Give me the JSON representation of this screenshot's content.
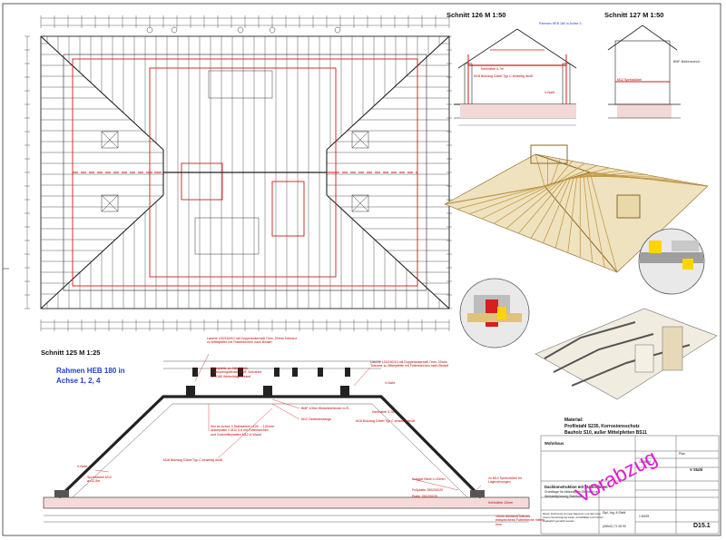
{
  "sections": {
    "s126": "Schnitt 126 M 1:50",
    "s127": "Schnitt 127 M 1:50",
    "s125": "Schnitt 125 M 1:25"
  },
  "frame_note": {
    "line1": "Rahmen HEB 180 in",
    "line2": "Achse 1, 2, 4"
  },
  "s126_notes": {
    "rahmen": "Rahmen HEB 180 in Achse 3",
    "kehlnaht": "Kehlnähte 5,7el",
    "bolzen": "M18 Bolzdog Dübel Typ C einseitig dn48",
    "vnaht": "V-Naht"
  },
  "s127_notes": {
    "bmf": "BMF-Balkenschuh",
    "spreiz": "M12 Spreizdübel"
  },
  "s125_notes": {
    "lasche1": "Lasche 120/150/10 mit Doppelankerhaft 7mm, 20mm Toleranz zu Mittelpfette mit Futterblechen nach Bedarf",
    "lasche2": "Lasche 120/150/10 mit Doppelankerhaft 7mm, 20mm Toleranz zu Mittelpfette mit Futterblechen nach Bedarf",
    "mittelpfette": "Mittelpfette an Mittelpfette-Grabsprenguffeisen BMF Schraube 120/180 Winkelträgerwinkel",
    "bmf_winkel": "BMF 105er Winkelverbinder m.R.",
    "m12_gewinde": "M12 Gewindestange",
    "vnaht": "V-Naht",
    "kehlnaht": "Kehlnähte 5,7el",
    "m16_bolz": "M16 Bolzdog Dübel Typ C einseitig dn48",
    "rost": "Inst an Achse 3 Stahlwinkel L100 ... 100mm Ankerplatte 2 M12 4.6 mit Futterblechen und Gummifilzplatten M12 in Wand",
    "m18_bolz": "M18 Bolzdog Dübel Typ C einseitig dn48",
    "vnaht2": "V-Naht",
    "spreiz": "Spreizdübel M12 ø=12,5m",
    "knagge": "Knagge Blech t=20mm",
    "fuss1": "Fußplatte 250/200/20",
    "fuss2": "Platte 150/200/20",
    "spreiz2": "2x M12 Spreizdübel für Lageziehungen",
    "kehl2": "Kehlnähte 12mm",
    "abstand": "15mm Abstand/Toleranz entsprechend Futterbleche mittels Imm"
  },
  "material": {
    "head": "Material:",
    "l1": "Profilstahl S235, Korrosionsschutz",
    "l2": "Bauholz S10, außer Mittelpfetten BS11"
  },
  "stamp": "Vorabzug",
  "title_block": {
    "row1": "Wohnhaus",
    "plan_label": "Plan",
    "plan_val": "V Stahl",
    "title1": "Dachkonstruktion mit Stahlrahmen -",
    "title2": "Grundlage für Abbundplan Zimmerei und",
    "title3": "Werkstattplanung Stahlbau",
    "date": "15.08.00",
    "engineer": "Dipl.-Ing. A.Stahl",
    "scale": "1:50/25",
    "phone": "(06541) 71 06 90",
    "sheet": "D15.1",
    "fine1": "Dieser Zeichnung ist unser Eigentum und darf ohne",
    "fine2": "unsere Genehmigung weder vervielfältigt noch Dritten",
    "fine3": "zugänglich gemacht werden."
  },
  "colors": {
    "line": "#222222",
    "red": "#d11a1a",
    "blue": "#1f3fd0",
    "timber": "#d8b46c",
    "magenta": "#e21bd0"
  }
}
